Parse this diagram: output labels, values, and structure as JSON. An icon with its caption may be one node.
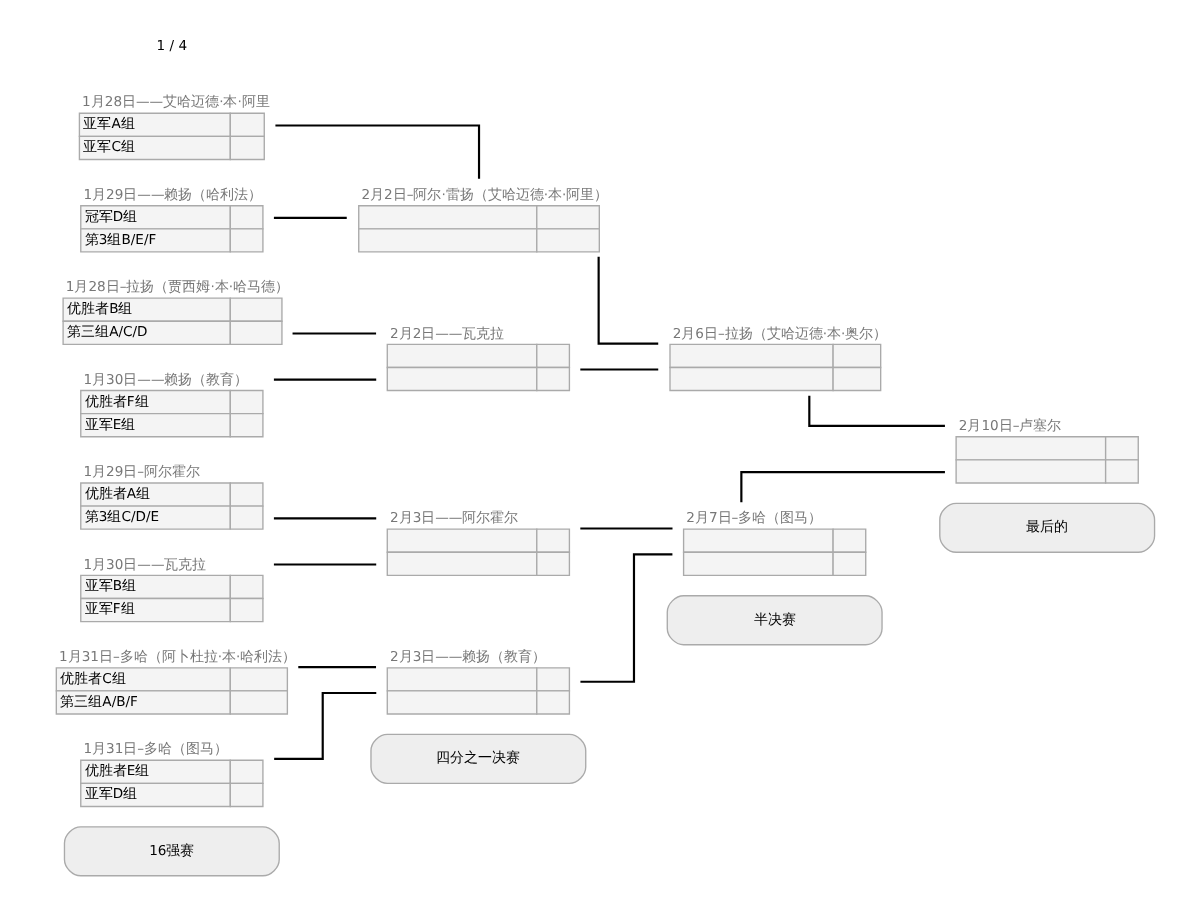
{
  "diagram": {
    "nodes": [
      {
        "text": [
          "16强赛"
        ]
      },
      {
        "text": [
          "四分之一决赛"
        ]
      },
      {
        "text": [
          "半决赛"
        ]
      },
      {
        "text": [
          "最后的"
        ]
      },
      {
        "text": [
          "1月28日——艾哈迈德·本·阿里",
          "亚军A组",
          "亚军C组"
        ]
      },
      {
        "text": [
          "1月29日——赖扬（哈利法）",
          "冠军D组",
          "第3组B/E/F"
        ]
      },
      {
        "text": [
          "1月28日–拉扬（贾西姆·本·哈马德）",
          "优胜者B组",
          "第三组A/C/D"
        ]
      },
      {
        "text": [
          "1月30日——赖扬（教育）",
          "优胜者F组",
          "亚军E组"
        ]
      },
      {
        "text": [
          "1月31日–多哈（阿卜杜拉·本·哈利法）",
          "优胜者C组",
          "第三组A/B/F"
        ]
      },
      {
        "text": [
          "1月31日–多哈（图马）",
          "优胜者E组",
          "亚军D组"
        ]
      },
      {
        "text": [
          "1月29日–阿尔霍尔",
          "优胜者A组",
          "第3组C/D/E"
        ]
      },
      {
        "text": [
          "1月30日——瓦克拉",
          "亚军B组",
          "亚军F组"
        ]
      },
      {
        "text": [
          "2月2日–阿尔·雷扬（艾哈迈德·本·阿里）"
        ]
      },
      {
        "text": [
          "2月2日——瓦克拉"
        ]
      },
      {
        "text": [
          "2月3日——赖扬（教育）"
        ]
      },
      {
        "text": [
          "2月3日——阿尔霍尔"
        ]
      },
      {
        "text": [
          "2月6日–拉扬（艾哈迈德·本·奥尔）"
        ]
      },
      {
        "text": [
          "2月7日–多哈（图马）"
        ]
      },
      {
        "text": [
          "2月10日–卢塞尔"
        ]
      }
    ],
    "edges": [
      {
        "from": 4,
        "to": 12,
        "arrow": "none"
      },
      {
        "from": 5,
        "to": 12,
        "arrow": "none"
      },
      {
        "from": 6,
        "to": 13,
        "arrow": "none"
      },
      {
        "from": 7,
        "to": 13,
        "arrow": "none"
      },
      {
        "from": 8,
        "to": 14,
        "arrow": "none"
      },
      {
        "from": 9,
        "to": 14,
        "arrow": "none"
      },
      {
        "from": 10,
        "to": 15,
        "arrow": "none"
      },
      {
        "from": 11,
        "to": 15,
        "arrow": "none"
      },
      {
        "from": 12,
        "to": 16,
        "arrow": "none"
      },
      {
        "from": 13,
        "to": 16,
        "arrow": "none"
      },
      {
        "from": 14,
        "to": 17,
        "arrow": "none"
      },
      {
        "from": 15,
        "to": 17,
        "arrow": "none"
      },
      {
        "from": 16,
        "to": 18,
        "arrow": "none"
      },
      {
        "from": 17,
        "to": 18,
        "arrow": "none"
      }
    ],
    "labels": [
      "1 / 4"
    ]
  }
}
